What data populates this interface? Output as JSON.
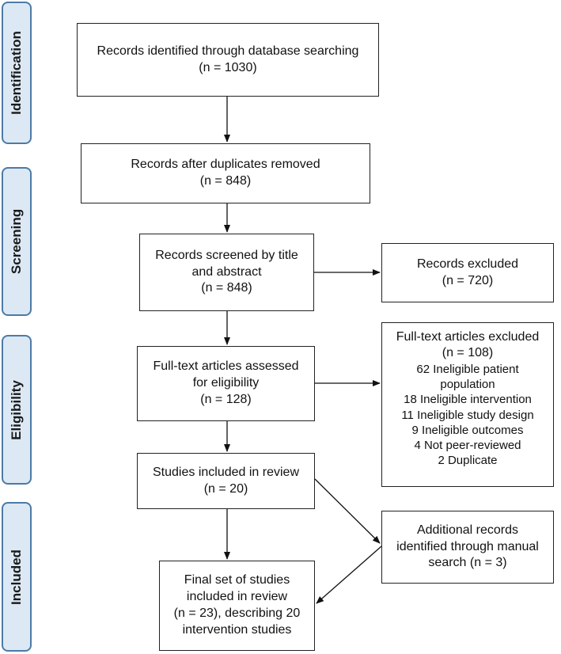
{
  "stages": {
    "identification": "Identification",
    "screening": "Screening",
    "eligibility": "Eligibility",
    "included": "Included"
  },
  "boxes": {
    "identified": {
      "line1": "Records identified through database searching",
      "line2": "(n = 1030)"
    },
    "deduplicated": {
      "line1": "Records after duplicates removed",
      "line2": "(n = 848)"
    },
    "screened": {
      "line1": "Records screened by title",
      "line2": "and abstract",
      "line3": "(n = 848)"
    },
    "screen_excluded": {
      "line1": "Records excluded",
      "line2": "(n = 720)"
    },
    "fulltext": {
      "line1": "Full-text articles assessed",
      "line2": "for eligibility",
      "line3": "(n = 128)"
    },
    "fulltext_excluded": {
      "line1": "Full-text articles excluded",
      "line2": "(n = 108)",
      "reasons": [
        "62 Ineligible patient",
        "population",
        "18 Ineligible intervention",
        "11 Ineligible study design",
        "9 Ineligible outcomes",
        "4 Not peer-reviewed",
        "2 Duplicate"
      ]
    },
    "included": {
      "line1": "Studies included in review",
      "line2": "(n = 20)"
    },
    "additional": {
      "line1": "Additional records",
      "line2": "identified through manual",
      "line3": "search (n = 3)"
    },
    "final": {
      "line1": "Final set of studies",
      "line2": "included in review",
      "line3": "(n = 23), describing 20",
      "line4": "intervention studies"
    }
  }
}
